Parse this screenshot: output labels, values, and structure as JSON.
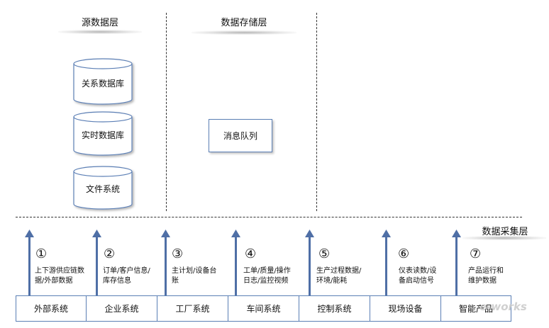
{
  "layers": {
    "source": "源数据层",
    "storage": "数据存储层",
    "collection": "数据采集层"
  },
  "databases": [
    {
      "label": "关系数据库"
    },
    {
      "label": "实时数据库"
    },
    {
      "label": "文件系统"
    }
  ],
  "queue": {
    "label": "消息队列"
  },
  "columns": [
    {
      "number": "①",
      "desc_lines": [
        "上下游供应链数",
        "据/外部数据"
      ],
      "system": "外部系统"
    },
    {
      "number": "②",
      "desc_lines": [
        "订单/客户信息/",
        "库存信息"
      ],
      "system": "企业系统"
    },
    {
      "number": "③",
      "desc_lines": [
        "主计划/设备台",
        "账"
      ],
      "system": "工厂系统"
    },
    {
      "number": "④",
      "desc_lines": [
        "工单/质量/操作",
        "日志/监控视频"
      ],
      "system": "车间系统"
    },
    {
      "number": "⑤",
      "desc_lines": [
        "生产过程数据/",
        "环境/能耗"
      ],
      "system": "控制系统"
    },
    {
      "number": "⑥",
      "desc_lines": [
        "仪表读数/设",
        "备启动信号"
      ],
      "system": "现场设备"
    },
    {
      "number": "⑦",
      "desc_lines": [
        "产品运行和",
        "维护数据"
      ],
      "system": "智能产品"
    }
  ],
  "watermark": "e-works",
  "colors": {
    "arrow": "#4f6fa6",
    "box_border": "#5b7fb5"
  }
}
